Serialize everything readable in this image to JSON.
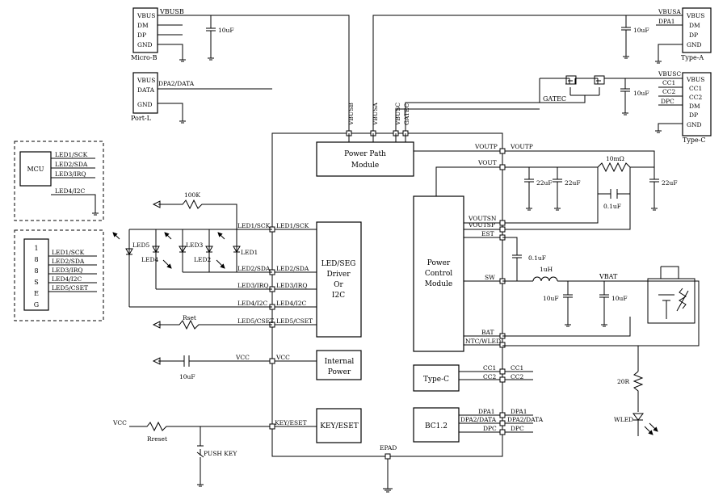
{
  "connectors": {
    "micro_b": {
      "caption": "Micro-B",
      "pins": [
        "VBUS",
        "DM",
        "DP",
        "GND"
      ]
    },
    "port_l": {
      "caption": "Port-L",
      "pins": [
        "VBUS",
        "DATA",
        "GND"
      ]
    },
    "type_a": {
      "caption": "Type-A",
      "pins": [
        "VBUS",
        "DM",
        "DP",
        "GND"
      ]
    },
    "type_c": {
      "caption": "Type-C",
      "pins": [
        "VBUS",
        "CC1",
        "CC2",
        "DM",
        "DP",
        "GND"
      ]
    }
  },
  "nets": {
    "vbusb": "VBUSB",
    "vbusa": "VBUSA",
    "vbusc": "VBUSC",
    "gatec": "GATEC",
    "dpa1": "DPA1",
    "dpa2_data": "DPA2/DATA",
    "cc1": "CC1",
    "cc2": "CC2",
    "dpc": "DPC",
    "voutp": "VOUTP",
    "vout": "VOUT",
    "voutsn": "VOUTSN",
    "voutsp": "VOUTSP",
    "est": "EST",
    "sw": "SW",
    "bat": "BAT",
    "ntc_wled": "NTC/WLED",
    "vbat": "VBAT",
    "vcc": "VCC",
    "epad": "EPAD",
    "key_eset": "KEY/ESET",
    "led1": "LED1/SCK",
    "led2": "LED2/SDA",
    "led3": "LED3/IRQ",
    "led4": "LED4/I2C",
    "led5": "LED5/CSET"
  },
  "blocks": {
    "power_path": [
      "Power Path",
      "Module"
    ],
    "power_control": [
      "Power",
      "Control",
      "Module"
    ],
    "led_driver": [
      "LED/SEG",
      "Driver",
      "Or",
      "I2C"
    ],
    "internal_power": [
      "Internal",
      "Power"
    ],
    "key_eset": "KEY/ESET",
    "type_c": "Type-C",
    "bc12": "BC1.2"
  },
  "components": {
    "cap_vbus": "10uF",
    "cap_gatec": "10uF",
    "cap_type_a": "10uF",
    "cap_vout1": "22uF",
    "cap_vout2": "22uF",
    "cap_vout3": "22uF",
    "r_sense": "10mΩ",
    "cap_sense": "0.1uF",
    "cap_est": "0.1uF",
    "inductor": "1uH",
    "cap_vbat1": "10uF",
    "cap_vbat2": "10uF",
    "r_led_pullup": "100K",
    "r_rset": "Rset",
    "cap_vcc": "10uF",
    "r_reset": "Rreset",
    "push_key": "PUSH KEY",
    "r_wled": "20R",
    "wled": "WLED"
  },
  "leds": [
    "LED5",
    "LED4",
    "LED3",
    "LED2",
    "LED1"
  ],
  "mcu": {
    "label": "MCU",
    "pins": [
      "LED1/SCK",
      "LED2/SDA",
      "LED3/IRQ",
      "LED4/I2C"
    ]
  },
  "seg_display": {
    "digits": [
      "1",
      "8",
      "8",
      "S",
      "E",
      "G"
    ],
    "pins": [
      "LED1/SCK",
      "LED2/SDA",
      "LED3/IRQ",
      "LED4/I2C",
      "LED5/CSET"
    ]
  }
}
